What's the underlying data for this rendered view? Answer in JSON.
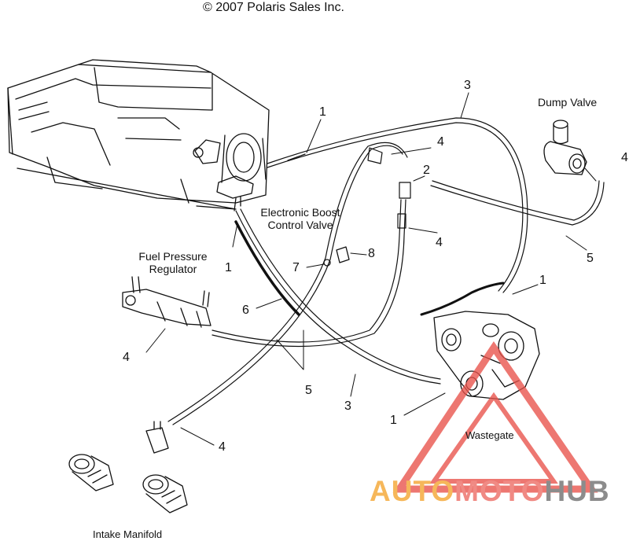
{
  "copyright": "© 2007 Polaris Sales Inc.",
  "labels": {
    "dump_valve": "Dump Valve",
    "electronic_boost": [
      "Electronic Boost",
      "Control Valve"
    ],
    "fuel_pressure": [
      "Fuel Pressure",
      "Regulator"
    ],
    "intake_manifold": "Intake Manifold",
    "wastegate": "Wastegate"
  },
  "callouts": [
    "1",
    "1",
    "1",
    "1",
    "2",
    "3",
    "3",
    "4",
    "4",
    "4",
    "4",
    "4",
    "5",
    "5",
    "6",
    "7",
    "8"
  ],
  "watermark": {
    "part1": "AUTO",
    "part2": "MOTO",
    "part3": "HUB"
  },
  "colors": {
    "line": "#111111",
    "triangle": "#e8524a",
    "watermark_orange": "#f6b75a",
    "watermark_red": "#f08a84",
    "watermark_gray": "#8c8c8c"
  }
}
